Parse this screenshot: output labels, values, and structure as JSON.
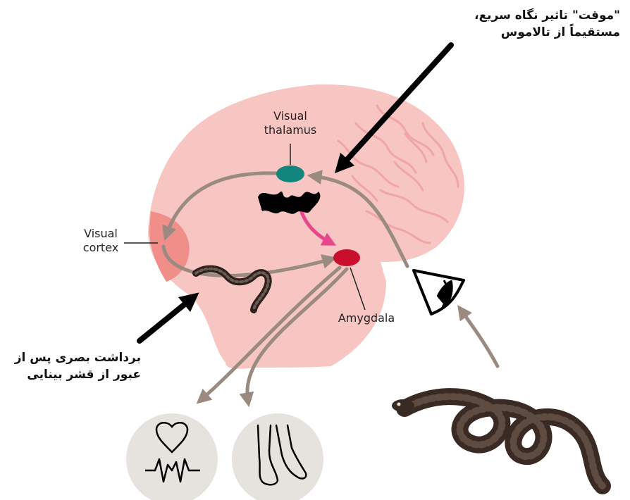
{
  "labels": {
    "visual_thalamus_line1": "Visual",
    "visual_thalamus_line2": "thalamus",
    "visual_cortex_line1": "Visual",
    "visual_cortex_line2": "cortex",
    "amygdala": "Amygdala"
  },
  "annotations": {
    "fast_route_line1": "\"موقت\" تاثیر نگاه سریع،",
    "fast_route_line2": "مستقیماً از تالاموس",
    "slow_route_line1": "برداشت بصری پس از",
    "slow_route_line2": "عبور از قشر بینایی"
  },
  "icons": [
    "brain-icon",
    "eye-icon",
    "snake-icon",
    "heart-rate-icon",
    "legs-icon"
  ],
  "colors": {
    "brain": "#f7c5c2",
    "brain_folds": "#efa6a6",
    "visual_cortex": "#f08e8a",
    "thalamus": "#12857d",
    "amygdala": "#c8102e",
    "pathway_arrow": "#9a8a80",
    "fast_arrow": "#e8458b",
    "icon_circle": "#e6e2de"
  }
}
